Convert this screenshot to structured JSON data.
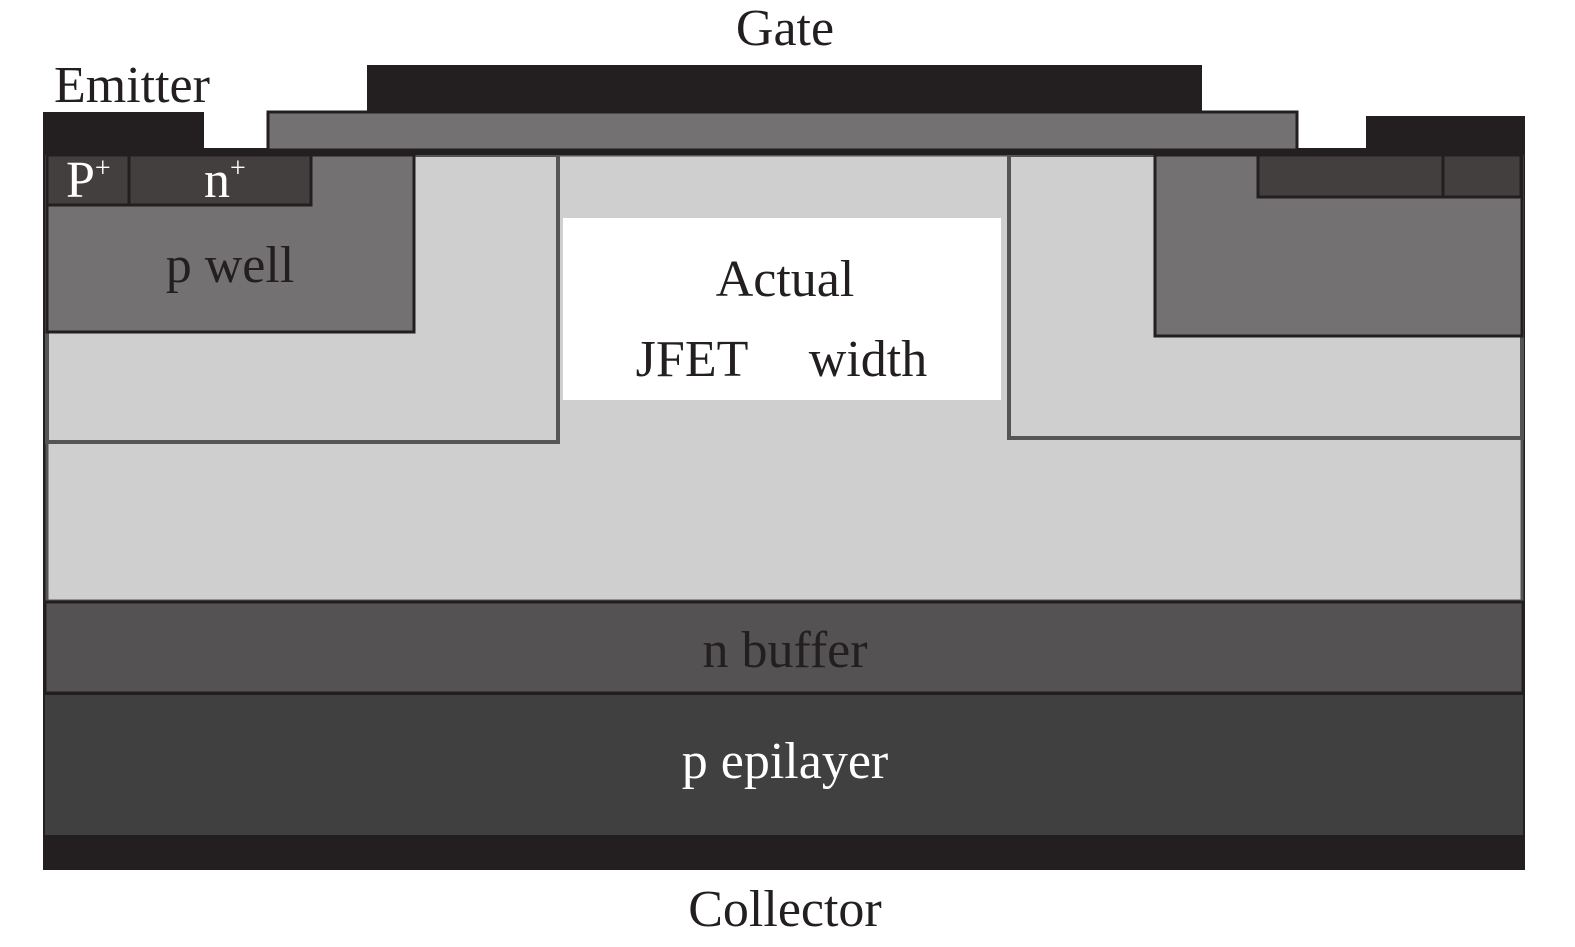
{
  "title": "IGBT cross-section with actual JFET width",
  "labels": {
    "gate": "Gate",
    "emitter": "Emitter",
    "collector": "Collector",
    "p_plus": "P",
    "p_plus_sup": "+",
    "n_plus": "n",
    "n_plus_sup": "+",
    "p_well": "p well",
    "jfet_line1": "Actual",
    "jfet_line2_a": "JFET",
    "jfet_line2_b": "width",
    "n_buffer": "n buffer",
    "p_epilayer": "p epilayer"
  },
  "colors": {
    "metal": "#231f20",
    "oxide": "#747172",
    "p_well": "#747172",
    "drift": "#cfcfcf",
    "contact": "#423f3e",
    "n_buffer": "#545253",
    "p_epilayer": "#414040",
    "highlight": "#ffffff"
  }
}
